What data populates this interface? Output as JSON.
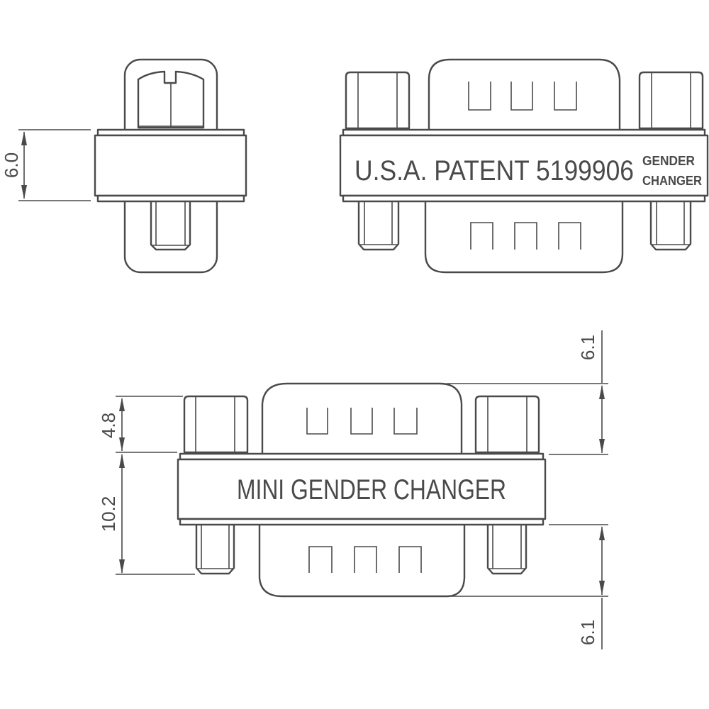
{
  "drawing": {
    "title": "Mini Gender Changer - Dimensional Drawing",
    "line_color": "#4a4a4a",
    "background": "#ffffff"
  },
  "views": {
    "side_view": {
      "dimension_height": "6.0"
    },
    "top_view": {
      "label_main": "U.S.A.  PATENT  5199906",
      "label_small_line1": "GENDER",
      "label_small_line2": "CHANGER"
    },
    "front_view": {
      "label_main": "MINI  GENDER  CHANGER",
      "dimension_screw_head": "4.8",
      "dimension_body": "10.2",
      "dimension_top_shell": "6.1",
      "dimension_bottom_shell": "6.1"
    }
  }
}
